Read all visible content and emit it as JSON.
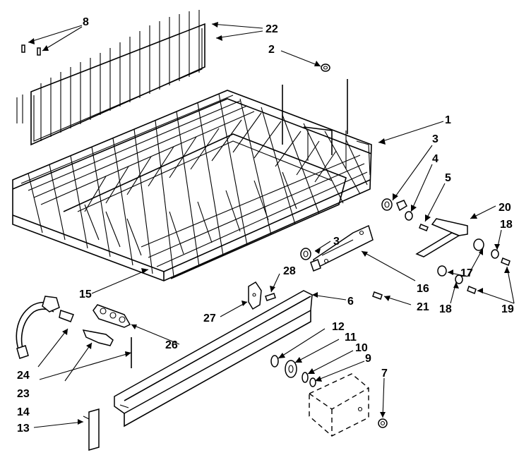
{
  "labels": {
    "l1": "1",
    "l2": "2",
    "l3a": "3",
    "l3b": "3",
    "l4": "4",
    "l5": "5",
    "l6": "6",
    "l7": "7",
    "l8": "8",
    "l9": "9",
    "l10": "10",
    "l11": "11",
    "l12": "12",
    "l13": "13",
    "l14": "14",
    "l15": "15",
    "l16": "16",
    "l17": "17",
    "l18a": "18",
    "l18b": "18",
    "l19": "19",
    "l20": "20",
    "l21": "21",
    "l22": "22",
    "l23": "23",
    "l24": "24",
    "l26": "26",
    "l27": "27",
    "l28": "28"
  }
}
